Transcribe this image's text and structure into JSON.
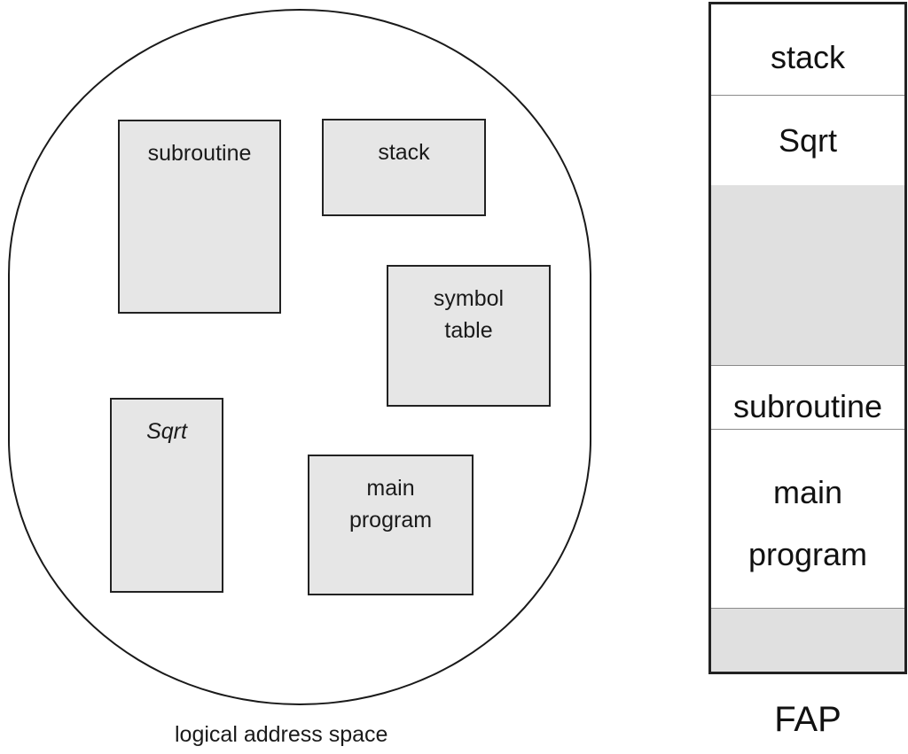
{
  "logical_space": {
    "caption": "logical address space",
    "segments": {
      "subroutine": "subroutine",
      "stack": "stack",
      "symbol_table_line1": "symbol",
      "symbol_table_line2": "table",
      "sqrt": "Sqrt",
      "main_program_line1": "main",
      "main_program_line2": "program"
    }
  },
  "physical_memory": {
    "caption": "FAP",
    "blocks": {
      "stack": "stack",
      "sqrt": "Sqrt",
      "subroutine": "subroutine",
      "main_program_line1": "main",
      "main_program_line2": "program"
    }
  }
}
